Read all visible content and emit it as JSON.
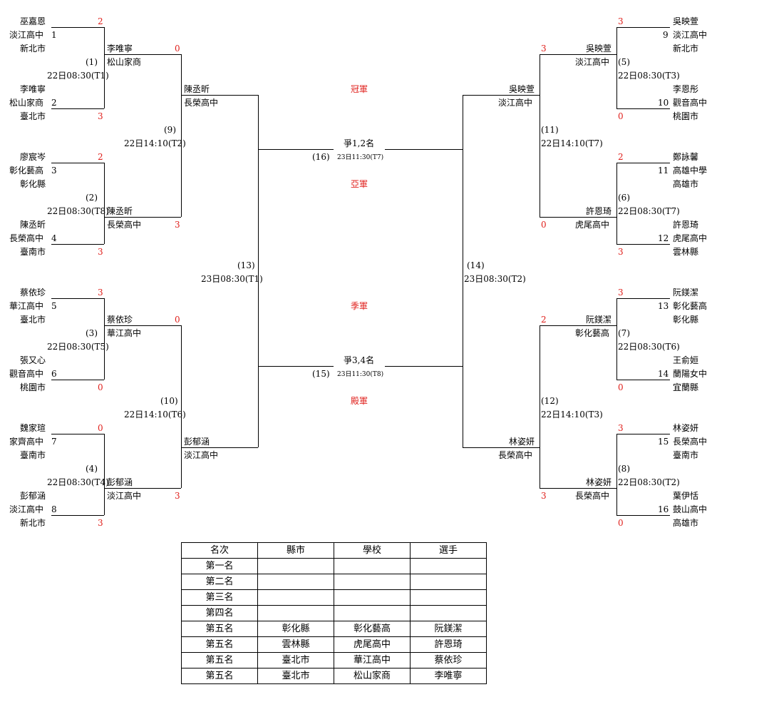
{
  "labels": {
    "champion": "冠軍",
    "runner_up": "亞軍",
    "third": "季軍",
    "fourth": "殿軍",
    "final_title": "爭1,2名",
    "third_title": "爭3,4名"
  },
  "players": [
    {
      "seed": "1",
      "name": "巫嘉恩",
      "school": "淡江高中",
      "city": "新北市",
      "score": "2"
    },
    {
      "seed": "2",
      "name": "李唯寧",
      "school": "松山家商",
      "city": "臺北市",
      "score": "3"
    },
    {
      "seed": "3",
      "name": "廖宸岑",
      "school": "彰化藝高",
      "city": "彰化縣",
      "score": "2"
    },
    {
      "seed": "4",
      "name": "陳丞昕",
      "school": "長榮高中",
      "city": "臺南市",
      "score": "3"
    },
    {
      "seed": "5",
      "name": "蔡依珍",
      "school": "華江高中",
      "city": "臺北市",
      "score": "3"
    },
    {
      "seed": "6",
      "name": "張又心",
      "school": "觀音高中",
      "city": "桃園市",
      "score": "0"
    },
    {
      "seed": "7",
      "name": "魏家瑄",
      "school": "家齊高中",
      "city": "臺南市",
      "score": "0"
    },
    {
      "seed": "8",
      "name": "彭郁涵",
      "school": "淡江高中",
      "city": "新北市",
      "score": "3"
    },
    {
      "seed": "9",
      "name": "吳映萱",
      "school": "淡江高中",
      "city": "新北市",
      "score": "3"
    },
    {
      "seed": "10",
      "name": "李恩彤",
      "school": "觀音高中",
      "city": "桃園市",
      "score": "0"
    },
    {
      "seed": "11",
      "name": "鄭詠馨",
      "school": "高雄中學",
      "city": "高雄市",
      "score": "2"
    },
    {
      "seed": "12",
      "name": "許恩琦",
      "school": "虎尾高中",
      "city": "雲林縣",
      "score": "3"
    },
    {
      "seed": "13",
      "name": "阮鎂潔",
      "school": "彰化藝高",
      "city": "彰化縣",
      "score": "3"
    },
    {
      "seed": "14",
      "name": "王俞姮",
      "school": "蘭陽女中",
      "city": "宜蘭縣",
      "score": "0"
    },
    {
      "seed": "15",
      "name": "林姿妍",
      "school": "長榮高中",
      "city": "臺南市",
      "score": "3"
    },
    {
      "seed": "16",
      "name": "葉伊恬",
      "school": "鼓山高中",
      "city": "高雄市",
      "score": "0"
    }
  ],
  "matches": [
    {
      "no": "(1)",
      "time": "22日08:30(T1)"
    },
    {
      "no": "(2)",
      "time": "22日08:30(T8)"
    },
    {
      "no": "(3)",
      "time": "22日08:30(T5)"
    },
    {
      "no": "(4)",
      "time": "22日08:30(T4)"
    },
    {
      "no": "(5)",
      "time": "22日08:30(T3)"
    },
    {
      "no": "(6)",
      "time": "22日08:30(T7)"
    },
    {
      "no": "(7)",
      "time": "22日08:30(T6)"
    },
    {
      "no": "(8)",
      "time": "22日08:30(T2)"
    },
    {
      "no": "(9)",
      "time": "22日14:10(T2)"
    },
    {
      "no": "(10)",
      "time": "22日14:10(T6)"
    },
    {
      "no": "(11)",
      "time": "22日14:10(T7)"
    },
    {
      "no": "(12)",
      "time": "22日14:10(T3)"
    },
    {
      "no": "(13)",
      "time": "23日08:30(T1)"
    },
    {
      "no": "(14)",
      "time": "23日08:30(T2)"
    },
    {
      "no": "(15)",
      "time": "23日11:30(T8)"
    },
    {
      "no": "(16)",
      "time": "23日11:30(T7)"
    }
  ],
  "r2": [
    {
      "name": "李唯寧",
      "school": "松山家商",
      "score": "0"
    },
    {
      "name": "陳丞昕",
      "school": "長榮高中",
      "score": "3"
    },
    {
      "name": "蔡依珍",
      "school": "華江高中",
      "score": "0"
    },
    {
      "name": "彭郁涵",
      "school": "淡江高中",
      "score": "3"
    },
    {
      "name": "吳映萱",
      "school": "淡江高中",
      "score": "3"
    },
    {
      "name": "許恩琦",
      "school": "虎尾高中",
      "score": "0"
    },
    {
      "name": "阮鎂潔",
      "school": "彰化藝高",
      "score": "2"
    },
    {
      "name": "林姿妍",
      "school": "長榮高中",
      "score": "3"
    }
  ],
  "r3": [
    {
      "name": "陳丞昕",
      "school": "長榮高中"
    },
    {
      "name": "彭郁涵",
      "school": "淡江高中"
    },
    {
      "name": "吳映萱",
      "school": "淡江高中"
    },
    {
      "name": "林姿妍",
      "school": "長榮高中"
    }
  ],
  "results": {
    "headers": [
      "名次",
      "縣市",
      "學校",
      "選手"
    ],
    "rows": [
      [
        "第一名",
        "",
        "",
        ""
      ],
      [
        "第二名",
        "",
        "",
        ""
      ],
      [
        "第三名",
        "",
        "",
        ""
      ],
      [
        "第四名",
        "",
        "",
        ""
      ],
      [
        "第五名",
        "彰化縣",
        "彰化藝高",
        "阮鎂潔"
      ],
      [
        "第五名",
        "雲林縣",
        "虎尾高中",
        "許恩琦"
      ],
      [
        "第五名",
        "臺北市",
        "華江高中",
        "蔡依珍"
      ],
      [
        "第五名",
        "臺北市",
        "松山家商",
        "李唯寧"
      ]
    ]
  }
}
